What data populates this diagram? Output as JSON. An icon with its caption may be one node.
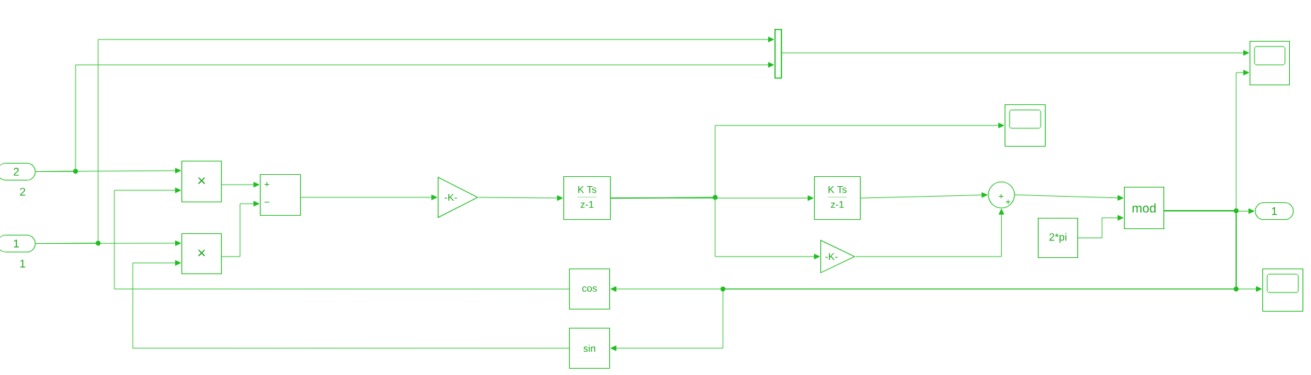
{
  "diagram": {
    "nodes": [
      {
        "text": [
          "2"
        ],
        "beside": [
          "2"
        ]
      },
      {
        "text": [
          "1"
        ],
        "beside": [
          "1"
        ]
      },
      {
        "text": [],
        "shape": "bar"
      },
      {
        "text": [],
        "shape": "box"
      },
      {
        "text": [
          "×"
        ]
      },
      {
        "text": [
          "+",
          "−"
        ]
      },
      {
        "text": [
          "×"
        ]
      },
      {
        "text": [
          "-K-"
        ]
      },
      {
        "text": [
          "K Ts",
          "z-1"
        ]
      },
      {
        "text": [],
        "shape": "box"
      },
      {
        "text": [
          "K Ts",
          "z-1"
        ]
      },
      {
        "text": [
          "+",
          "+"
        ]
      },
      {
        "text": [
          "-K-"
        ]
      },
      {
        "text": [
          "2*pi"
        ]
      },
      {
        "text": [
          "mod"
        ]
      },
      {
        "text": [
          "1"
        ]
      },
      {
        "text": [],
        "shape": "box"
      },
      {
        "text": [
          "cos"
        ]
      },
      {
        "text": [
          "sin"
        ]
      }
    ],
    "edges": [
      {
        "from": 0,
        "to": 4,
        "arrow": "to"
      },
      {
        "from": 0,
        "to": 2,
        "arrow": "to"
      },
      {
        "from": 1,
        "to": 6,
        "arrow": "to"
      },
      {
        "from": 1,
        "to": 2,
        "arrow": "to"
      },
      {
        "from": 17,
        "to": 4,
        "arrow": "to"
      },
      {
        "from": 18,
        "to": 6,
        "arrow": "to"
      },
      {
        "from": 4,
        "to": 5,
        "arrow": "to"
      },
      {
        "from": 6,
        "to": 5,
        "arrow": "to"
      },
      {
        "from": 5,
        "to": 7,
        "arrow": "to"
      },
      {
        "from": 7,
        "to": 8,
        "arrow": "to"
      },
      {
        "from": 8,
        "to": 9,
        "arrow": "to"
      },
      {
        "from": 8,
        "to": 10,
        "arrow": "to"
      },
      {
        "from": 8,
        "to": 12,
        "arrow": "to"
      },
      {
        "from": 10,
        "to": 11,
        "arrow": "to"
      },
      {
        "from": 12,
        "to": 11,
        "arrow": "to"
      },
      {
        "from": 11,
        "to": 14,
        "arrow": "to"
      },
      {
        "from": 13,
        "to": 14,
        "arrow": "to"
      },
      {
        "from": 14,
        "to": 15,
        "arrow": "to"
      },
      {
        "from": 14,
        "to": 3,
        "arrow": "to"
      },
      {
        "from": 14,
        "to": 16,
        "arrow": "to"
      },
      {
        "from": 14,
        "to": 17,
        "arrow": "to"
      },
      {
        "from": 14,
        "to": 18,
        "arrow": "to"
      },
      {
        "from": 2,
        "to": 3,
        "arrow": "to"
      }
    ]
  }
}
